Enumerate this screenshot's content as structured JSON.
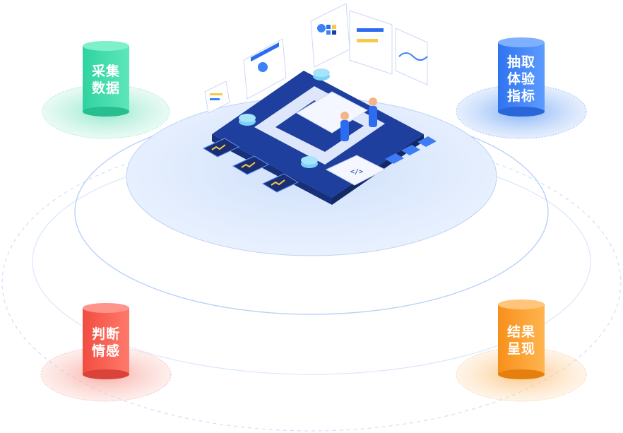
{
  "nodes": [
    {
      "id": "collect",
      "lines": [
        "采集",
        "数据"
      ],
      "color": "#2fd3a0",
      "glow": "#9fead0"
    },
    {
      "id": "extract",
      "lines": [
        "抽取",
        "体验",
        "指标"
      ],
      "color": "#3b82f6",
      "glow": "#8fb6f5"
    },
    {
      "id": "judge",
      "lines": [
        "判断",
        "情感"
      ],
      "color": "#f45b4e",
      "glow": "#f8b1a8"
    },
    {
      "id": "present",
      "lines": [
        "结果",
        "呈现"
      ],
      "color": "#f99a2b",
      "glow": "#fbcf9a"
    }
  ],
  "center": {
    "icon": "dashboard-platform-illustration",
    "code_label": "</>"
  }
}
